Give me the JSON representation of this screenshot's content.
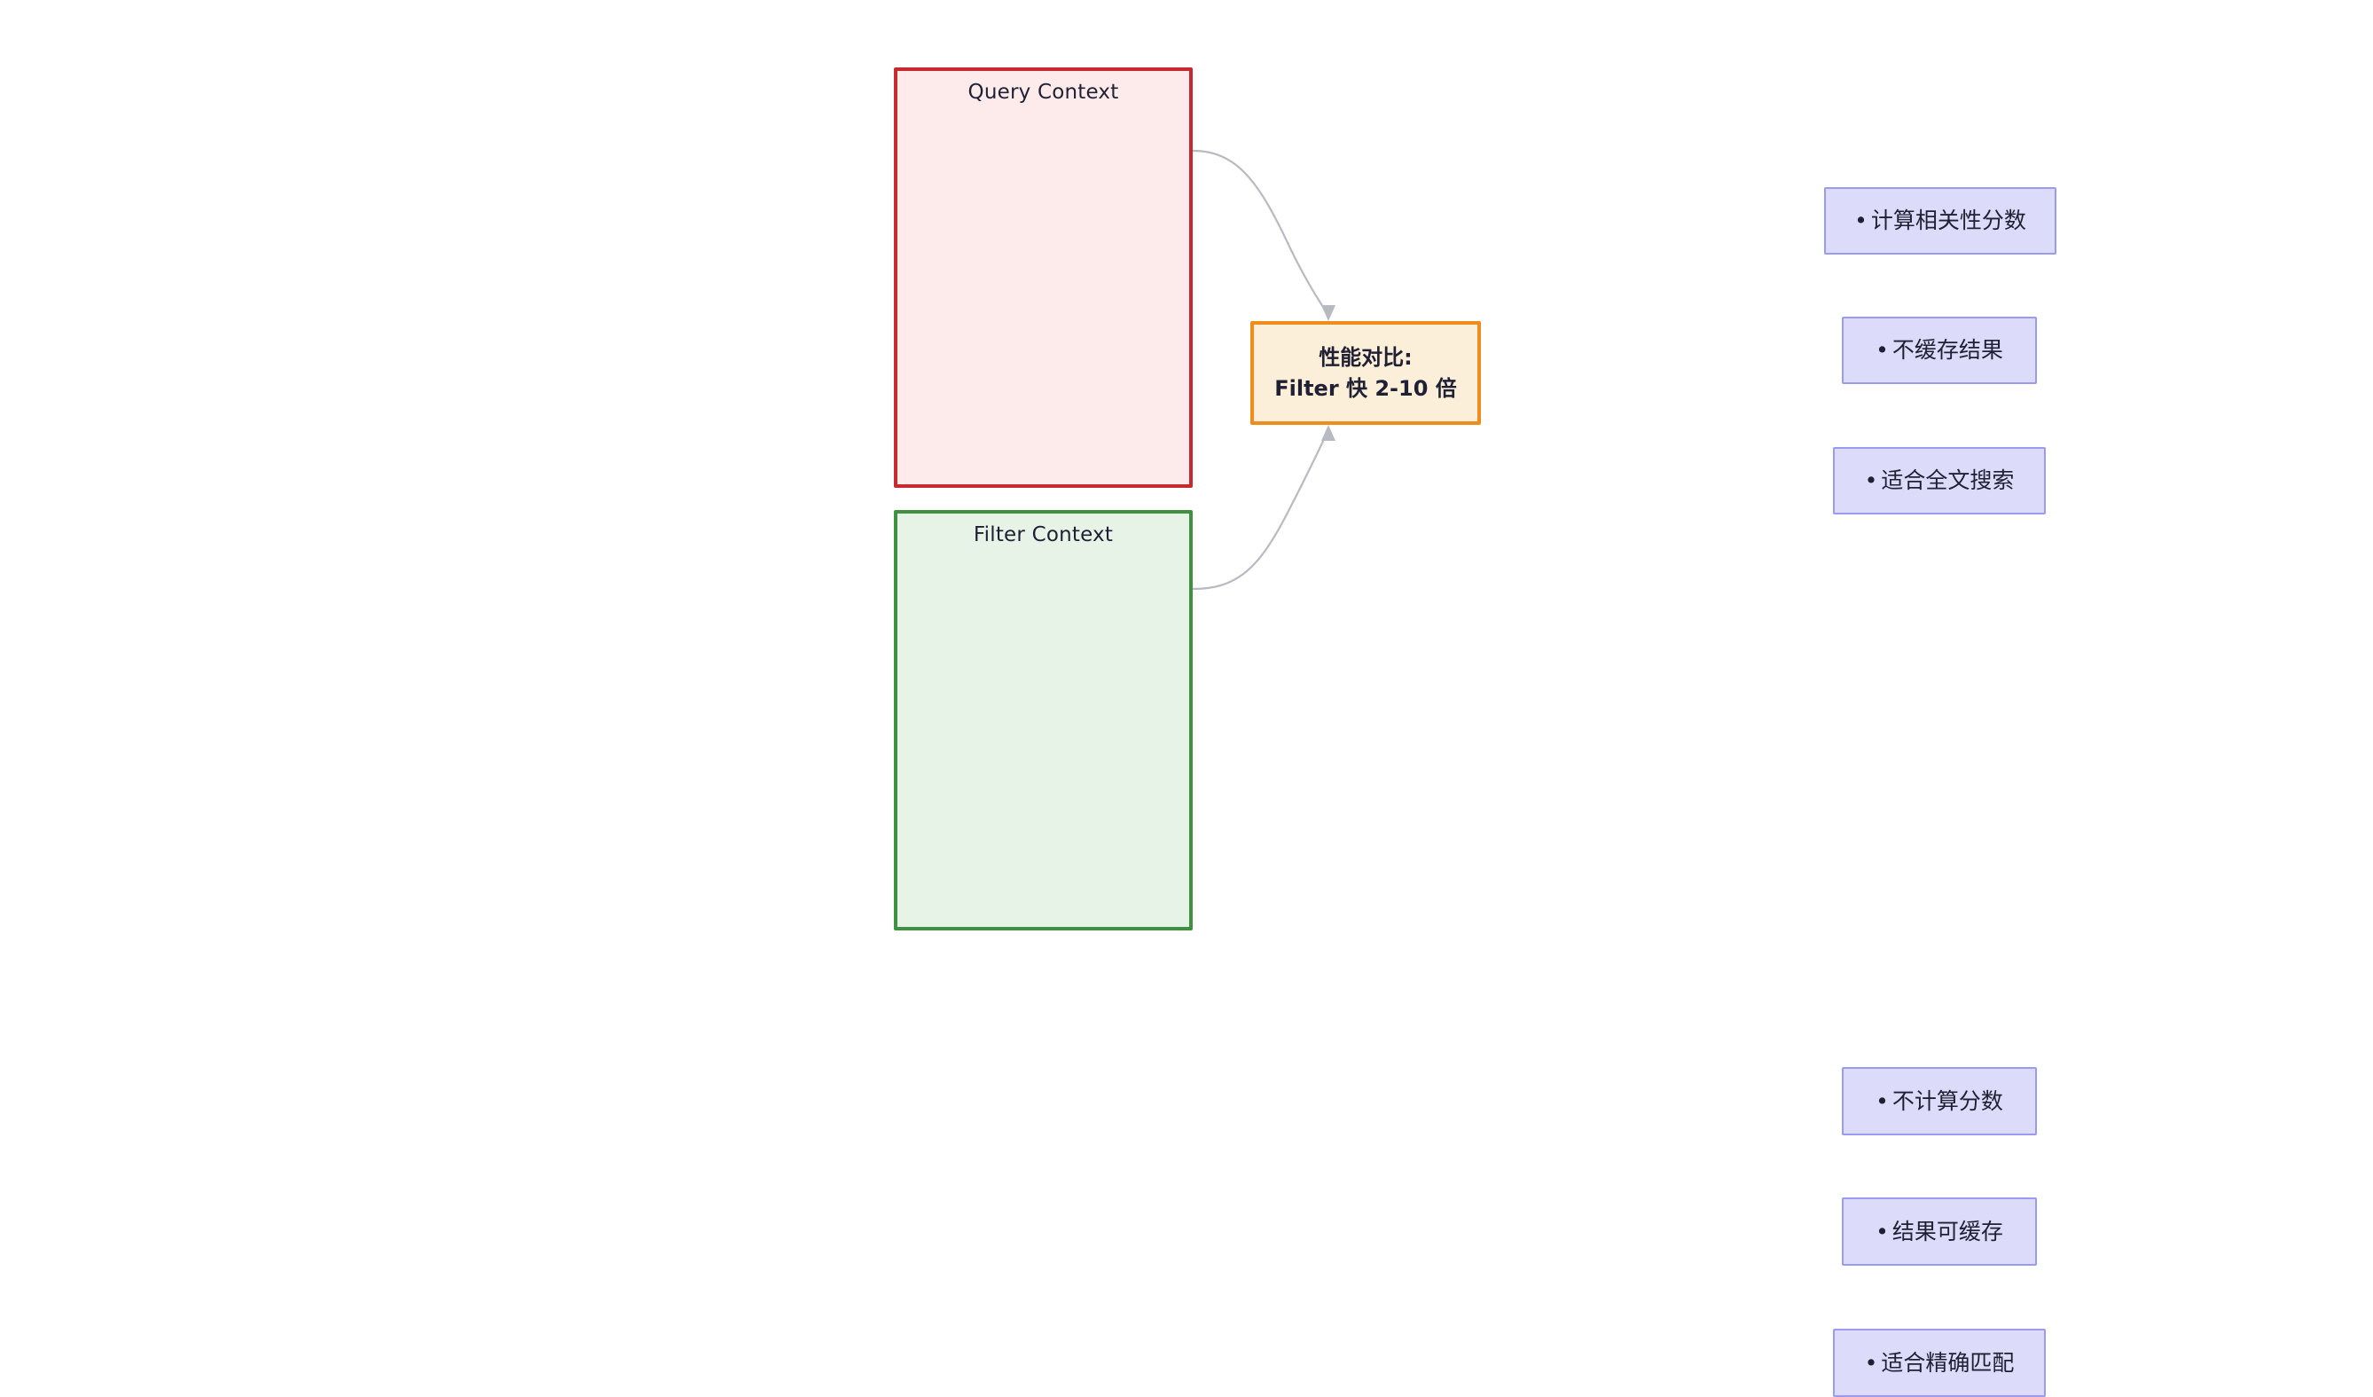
{
  "diagram": {
    "type": "flowchart",
    "background_color": "#ffffff",
    "groups": [
      {
        "id": "query-context",
        "title": "Query Context",
        "border_color": "#c62a2f",
        "fill_color": "#fdeaeb",
        "nodes": [
          {
            "id": "q1",
            "bullet": "•",
            "label": "计算相关性分数"
          },
          {
            "id": "q2",
            "bullet": "•",
            "label": "不缓存结果"
          },
          {
            "id": "q3",
            "bullet": "•",
            "label": "适合全文搜索"
          }
        ]
      },
      {
        "id": "filter-context",
        "title": "Filter Context",
        "border_color": "#3f9142",
        "fill_color": "#e8f3e8",
        "nodes": [
          {
            "id": "f1",
            "bullet": "•",
            "label": "不计算分数"
          },
          {
            "id": "f2",
            "bullet": "•",
            "label": "结果可缓存"
          },
          {
            "id": "f3",
            "bullet": "•",
            "label": "适合精确匹配"
          }
        ]
      }
    ],
    "callout": {
      "id": "perf-comparison",
      "border_color": "#f08c1e",
      "fill_color": "#fcefda",
      "line1": "性能对比:",
      "line2": "Filter 快 2-10 倍"
    },
    "edges": [
      {
        "from": "q1",
        "to": "perf-comparison",
        "style": "curved",
        "arrow": "arrowhead",
        "color": "#b9b9c4"
      },
      {
        "from": "f1",
        "to": "perf-comparison",
        "style": "curved",
        "arrow": "arrowhead",
        "color": "#b9b9c4"
      }
    ],
    "node_style": {
      "fill_color": "#dcdcfa",
      "border_color": "#9a9af0",
      "text_color": "#1f2033"
    }
  }
}
